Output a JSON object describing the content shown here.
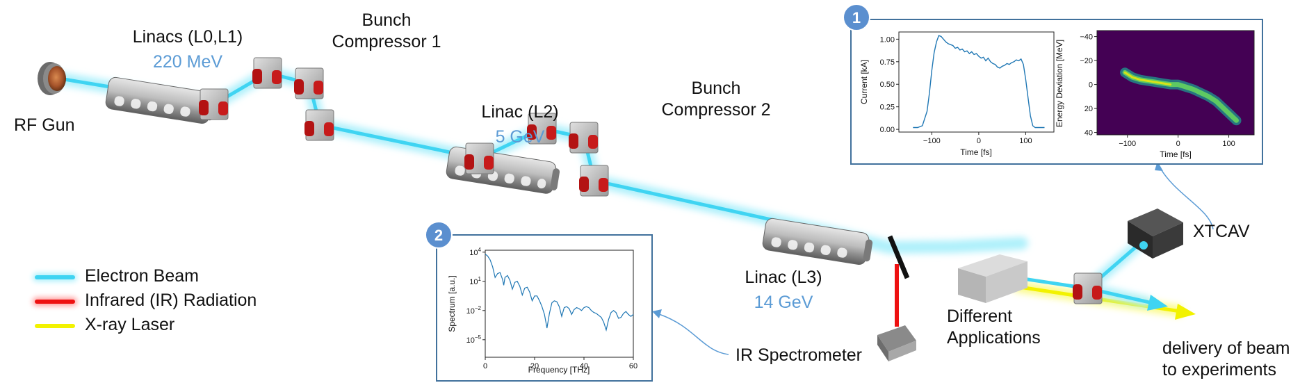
{
  "labels": {
    "rf_gun": "RF Gun",
    "linacs_l0_l1": "Linacs (L0,L1)",
    "linacs_l0_l1_energy": "220 MeV",
    "bunch_compressor_1": [
      "Bunch",
      "Compressor 1"
    ],
    "linac_l2": "Linac (L2)",
    "linac_l2_energy": "5 GeV",
    "bunch_compressor_2": [
      "Bunch",
      "Compressor 2"
    ],
    "linac_l3": "Linac (L3)",
    "linac_l3_energy": "14 GeV",
    "different_applications": [
      "Different",
      "Applications"
    ],
    "delivery": [
      "delivery of beam",
      "to experiments"
    ],
    "ir_spectrometer": "IR Spectrometer",
    "xtcav": "XTCAV"
  },
  "legend": [
    {
      "label": "Electron Beam",
      "color": "#3fd4f2"
    },
    {
      "label": "Infrared (IR) Radiation",
      "color": "#ee1111"
    },
    {
      "label": "X-ray Laser",
      "color": "#f2f200"
    }
  ],
  "badges": [
    "1",
    "2"
  ],
  "colors": {
    "electron_beam": "#3fd4f2",
    "ir": "#ee1111",
    "xray": "#f2f200",
    "energy_text": "#5b9bd5",
    "inset_border": "#41719c",
    "badge": "#5b8fcf"
  },
  "chart_data": [
    {
      "id": "current-profile",
      "type": "line",
      "xlabel": "Time [fs]",
      "ylabel": "Current [kA]",
      "xlim": [
        -170,
        160
      ],
      "ylim": [
        -0.03,
        1.08
      ],
      "xticks": [
        "-100",
        "0",
        "100"
      ],
      "xtick_values": [
        -100,
        0,
        100
      ],
      "yticks": [
        "0.00",
        "0.25",
        "0.50",
        "0.75",
        "1.00"
      ],
      "ytick_values": [
        0,
        0.25,
        0.5,
        0.75,
        1.0
      ],
      "color": "#1f77b4",
      "x": [
        -140,
        -130,
        -120,
        -110,
        -105,
        -100,
        -95,
        -90,
        -85,
        -80,
        -75,
        -70,
        -65,
        -60,
        -55,
        -50,
        -45,
        -40,
        -35,
        -30,
        -25,
        -20,
        -15,
        -10,
        -5,
        0,
        5,
        10,
        15,
        20,
        25,
        30,
        35,
        40,
        45,
        50,
        55,
        60,
        65,
        70,
        75,
        80,
        85,
        90,
        95,
        100,
        105,
        110,
        115,
        120,
        130,
        140
      ],
      "y": [
        0.02,
        0.02,
        0.04,
        0.2,
        0.4,
        0.65,
        0.85,
        0.97,
        1.04,
        1.03,
        1.0,
        0.97,
        0.95,
        0.94,
        0.93,
        0.9,
        0.91,
        0.88,
        0.89,
        0.86,
        0.87,
        0.84,
        0.86,
        0.83,
        0.84,
        0.81,
        0.79,
        0.8,
        0.76,
        0.79,
        0.75,
        0.73,
        0.72,
        0.69,
        0.68,
        0.7,
        0.71,
        0.73,
        0.72,
        0.74,
        0.75,
        0.77,
        0.76,
        0.78,
        0.72,
        0.55,
        0.35,
        0.15,
        0.04,
        0.02,
        0.02,
        0.02
      ]
    },
    {
      "id": "energy-deviation",
      "type": "heatmap",
      "xlabel": "Time [fs]",
      "ylabel": "Energy Deviation [MeV]",
      "xlim": [
        -160,
        150
      ],
      "ylim": [
        42,
        -45
      ],
      "xticks": [
        "-100",
        "0",
        "100"
      ],
      "xtick_values": [
        -100,
        0,
        100
      ],
      "yticks": [
        "-40",
        "-20",
        "0",
        "20",
        "40"
      ],
      "ytick_values": [
        -40,
        -20,
        0,
        20,
        40
      ],
      "background": "#440154",
      "ridge_x": [
        -105,
        -90,
        -75,
        -60,
        -45,
        -30,
        -15,
        0,
        15,
        30,
        45,
        60,
        75,
        90,
        105,
        115
      ],
      "ridge_y": [
        -10,
        -6,
        -4,
        -3,
        -2,
        -1,
        0,
        0,
        2,
        4,
        7,
        10,
        14,
        20,
        26,
        30
      ]
    },
    {
      "id": "ir-spectrum",
      "type": "line",
      "scale_y": "log",
      "xlabel": "Frequency [THz]",
      "ylabel": "Spectrum [a.u.]",
      "xlim": [
        0,
        60
      ],
      "ylim_log10": [
        -6.8,
        4.2
      ],
      "xticks": [
        "0",
        "20",
        "40",
        "60"
      ],
      "xtick_values": [
        0,
        20,
        40,
        60
      ],
      "yticks": [
        "10^4",
        "10^1",
        "10^-2",
        "10^-5"
      ],
      "ytick_log10": [
        4,
        1,
        -2,
        -5
      ],
      "color": "#1f77b4",
      "x": [
        0,
        1,
        2,
        3,
        4,
        5,
        6,
        7,
        7.5,
        8,
        9,
        10,
        11,
        12,
        13,
        14,
        15,
        16,
        17,
        18,
        19,
        20,
        21,
        22,
        23,
        24,
        25,
        26,
        27,
        28,
        29,
        30,
        31,
        32,
        33,
        34,
        35,
        36,
        37,
        38,
        39,
        40,
        41,
        42,
        43,
        44,
        45,
        46,
        47,
        48,
        49,
        50,
        51,
        52,
        53,
        54,
        55,
        56,
        57,
        58,
        59,
        60
      ],
      "log10_y": [
        3.8,
        3.6,
        3.2,
        2.5,
        1.4,
        1.8,
        1.9,
        1.2,
        0.6,
        1.4,
        1.6,
        1.1,
        0.2,
        0.9,
        1.0,
        0.5,
        -0.4,
        0.3,
        0.4,
        -0.1,
        -1.0,
        -0.5,
        -0.5,
        -1.0,
        -1.6,
        -2.4,
        -3.8,
        -2.3,
        -1.2,
        -1.0,
        -1.1,
        -1.6,
        -2.6,
        -1.7,
        -1.6,
        -1.8,
        -2.4,
        -1.9,
        -1.7,
        -1.8,
        -2.0,
        -1.7,
        -1.6,
        -1.7,
        -2.0,
        -2.2,
        -2.3,
        -2.5,
        -2.7,
        -3.2,
        -4.0,
        -2.9,
        -2.2,
        -2.0,
        -2.2,
        -2.8,
        -2.7,
        -2.3,
        -2.1,
        -2.4,
        -2.6,
        -2.4
      ]
    }
  ]
}
